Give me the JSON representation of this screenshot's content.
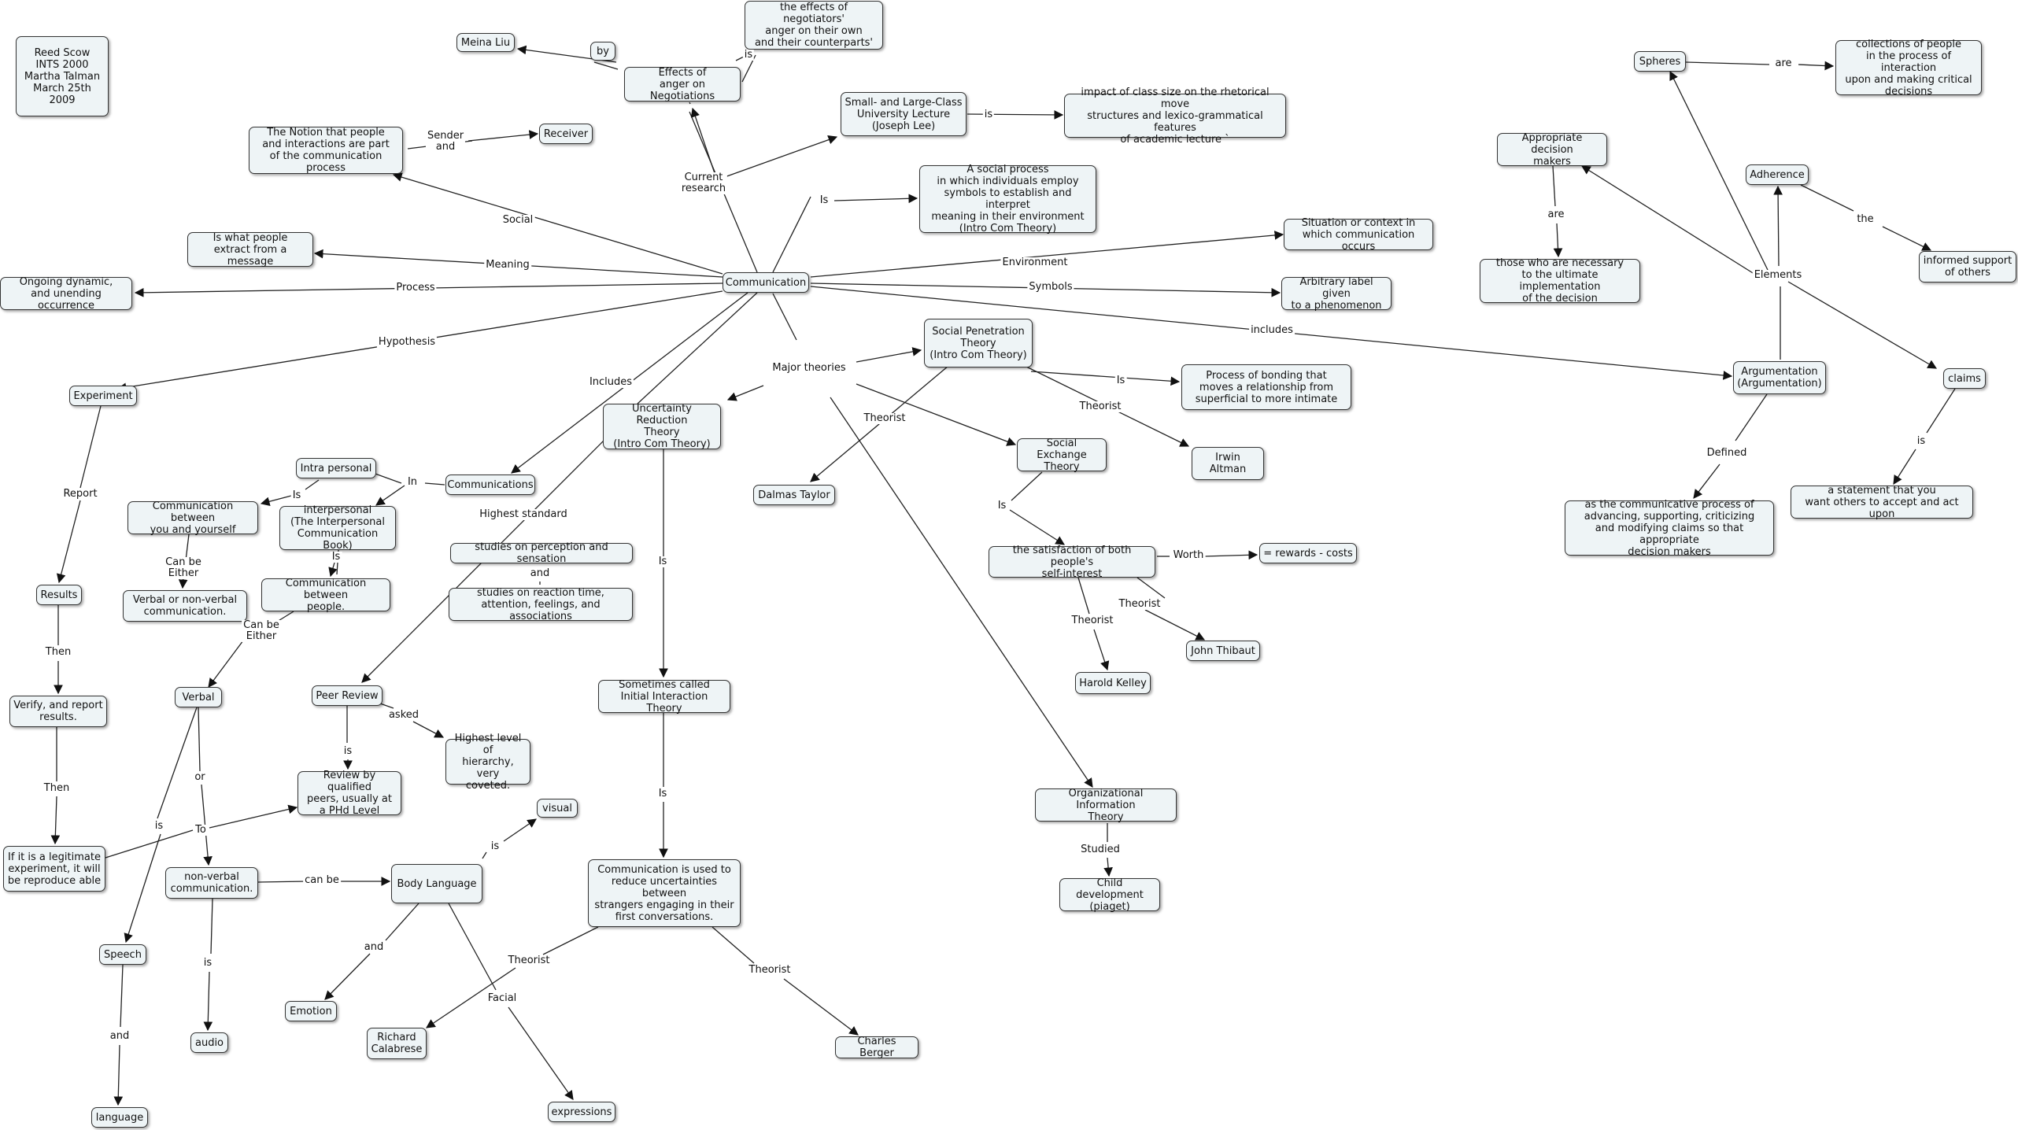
{
  "nodes": [
    {
      "id": "reed",
      "text": "Reed Scow\nINTS 2000\nMartha Talman\nMarch 25th 2009"
    },
    {
      "id": "meina",
      "text": "Meina Liu"
    },
    {
      "id": "by",
      "text": "by"
    },
    {
      "id": "effects",
      "text": "Effects of\nanger on Negotiations"
    },
    {
      "id": "negotiators",
      "text": "the effects of negotiators'\nanger on their own\nand their counterparts'"
    },
    {
      "id": "smalllarge",
      "text": "Small- and Large-Class\nUniversity Lecture\n(Joseph Lee)"
    },
    {
      "id": "impact",
      "text": "impact of class size on the rhetorical move\nstructures and lexico-grammatical features\nof academic lecture `"
    },
    {
      "id": "notion",
      "text": "The Notion that people\nand interactions are part\nof the communication process"
    },
    {
      "id": "receiver",
      "text": "Receiver"
    },
    {
      "id": "socialproc",
      "text": "A social process\nin which individuals employ\nsymbols to establish and interpret\nmeaning in their environment\n(Intro Com Theory)"
    },
    {
      "id": "whatpeople",
      "text": "Is what people\nextract from a message"
    },
    {
      "id": "communication",
      "text": "Communication"
    },
    {
      "id": "situation",
      "text": "Situation or context in\nwhich communication occurs"
    },
    {
      "id": "arbitrary",
      "text": "Arbitrary label given\nto a phenomenon"
    },
    {
      "id": "ongoing",
      "text": "Ongoing dynamic,\nand unending occurrence"
    },
    {
      "id": "experiment",
      "text": "Experiment"
    },
    {
      "id": "spt",
      "text": "Social Penetration\nTheory\n(Intro Com Theory)"
    },
    {
      "id": "bonding",
      "text": "Process of bonding that\nmoves a relationship from\nsuperficial to more intimate"
    },
    {
      "id": "urt",
      "text": "Uncertainty Reduction\nTheory\n(Intro Com Theory)"
    },
    {
      "id": "intra",
      "text": "Intra personal"
    },
    {
      "id": "communications",
      "text": "Communications"
    },
    {
      "id": "commbetween",
      "text": "Communication between\nyou and yourself"
    },
    {
      "id": "interpersonal",
      "text": "interpersonal\n(The Interpersonal\nCommunication Book)"
    },
    {
      "id": "dalmas",
      "text": "Dalmas Taylor"
    },
    {
      "id": "setheory",
      "text": "Social Exchange\nTheory"
    },
    {
      "id": "altman",
      "text": "Irwin Altman"
    },
    {
      "id": "perception",
      "text": "studies on perception and sensation"
    },
    {
      "id": "reaction",
      "text": "studies on reaction time,\nattention, feelings, and associations"
    },
    {
      "id": "results",
      "text": "Results"
    },
    {
      "id": "verbalornon",
      "text": "Verbal or non-verbal\ncommunication."
    },
    {
      "id": "commpeople",
      "text": "Communication between\npeople."
    },
    {
      "id": "satisfaction",
      "text": "the satisfaction of both people's\nself-interest"
    },
    {
      "id": "rewards",
      "text": "= rewards - costs"
    },
    {
      "id": "thibaut",
      "text": "John Thibaut"
    },
    {
      "id": "kelley",
      "text": "Harold Kelley"
    },
    {
      "id": "verify",
      "text": "Verify, and report\nresults."
    },
    {
      "id": "verbal",
      "text": "Verbal"
    },
    {
      "id": "peer",
      "text": "Peer Review"
    },
    {
      "id": "sometimes",
      "text": "Sometimes called\nInitial Interaction Theory"
    },
    {
      "id": "highestlevel",
      "text": "Highest level of\nhierarchy, very\ncoveted."
    },
    {
      "id": "reviewq",
      "text": "Review by qualified\npeers, usually at\na PHd Level"
    },
    {
      "id": "visual",
      "text": "visual"
    },
    {
      "id": "legit",
      "text": "If it is a legitimate\nexperiment, it will\nbe reproduce able"
    },
    {
      "id": "nonverbal",
      "text": "non-verbal\ncommunication."
    },
    {
      "id": "body",
      "text": "Body Language"
    },
    {
      "id": "commused",
      "text": "Communication is used to\nreduce uncertainties between\nstrangers engaging in their\nfirst conversations."
    },
    {
      "id": "oit",
      "text": "Organizational Information\nTheory"
    },
    {
      "id": "child",
      "text": "Child development\n(piaget)"
    },
    {
      "id": "speech",
      "text": "Speech"
    },
    {
      "id": "emotion",
      "text": "Emotion"
    },
    {
      "id": "audio",
      "text": "audio"
    },
    {
      "id": "calabrese",
      "text": "Richard\nCalabrese"
    },
    {
      "id": "berger",
      "text": "Charles Berger"
    },
    {
      "id": "language",
      "text": "language"
    },
    {
      "id": "expressions",
      "text": "expressions"
    },
    {
      "id": "spheres",
      "text": "Spheres"
    },
    {
      "id": "collections",
      "text": "collections of people\nin the process of interaction\nupon and making critical\ndecisions"
    },
    {
      "id": "appropriate",
      "text": "Appropriate decision\nmakers"
    },
    {
      "id": "adherence",
      "text": "Adherence"
    },
    {
      "id": "necessary",
      "text": "those who are necessary\nto the ultimate implementation\nof the decision"
    },
    {
      "id": "informed",
      "text": "informed support\nof others"
    },
    {
      "id": "argumentation",
      "text": "Argumentation\n(Argumentation)"
    },
    {
      "id": "claims",
      "text": "claims"
    },
    {
      "id": "communicative",
      "text": "as the communicative process of\nadvancing, supporting, criticizing\nand modifying claims so that appropriate\ndecision makers"
    },
    {
      "id": "statement",
      "text": "a statement that you\nwant others to accept and act upon"
    }
  ],
  "labels": [
    {
      "id": "by_is",
      "text": "is"
    },
    {
      "id": "current_research",
      "text": "Current\nresearch"
    },
    {
      "id": "is_small",
      "text": "is"
    },
    {
      "id": "sender_and",
      "text": "Sender\nand"
    },
    {
      "id": "is_socialproc",
      "text": "Is"
    },
    {
      "id": "social",
      "text": "Social"
    },
    {
      "id": "meaning",
      "text": "Meaning"
    },
    {
      "id": "process",
      "text": "Process"
    },
    {
      "id": "environment",
      "text": "Environment"
    },
    {
      "id": "symbols",
      "text": "Symbols"
    },
    {
      "id": "includes_arg",
      "text": "includes"
    },
    {
      "id": "hypothesis",
      "text": "Hypothesis"
    },
    {
      "id": "major_theories",
      "text": "Major theories"
    },
    {
      "id": "includes_comms",
      "text": "Includes"
    },
    {
      "id": "is_bonding",
      "text": "Is"
    },
    {
      "id": "theorist_dalmas",
      "text": "Theorist"
    },
    {
      "id": "theorist_altman",
      "text": "Theorist"
    },
    {
      "id": "in",
      "text": "In"
    },
    {
      "id": "is_intra",
      "text": "Is"
    },
    {
      "id": "report",
      "text": "Report"
    },
    {
      "id": "highest_standard",
      "text": "Highest standard"
    },
    {
      "id": "and_studies",
      "text": "and"
    },
    {
      "id": "is_interpersonal",
      "text": "Is"
    },
    {
      "id": "can_be_either1",
      "text": "Can be\nEither"
    },
    {
      "id": "is_se",
      "text": "Is"
    },
    {
      "id": "worth",
      "text": "Worth"
    },
    {
      "id": "is_urt",
      "text": "Is"
    },
    {
      "id": "theorist_thibaut",
      "text": "Theorist"
    },
    {
      "id": "theorist_kelley",
      "text": "Theorist"
    },
    {
      "id": "can_be_either2",
      "text": "Can be\nEither"
    },
    {
      "id": "then1",
      "text": "Then"
    },
    {
      "id": "asked",
      "text": "asked"
    },
    {
      "id": "is_peer",
      "text": "is"
    },
    {
      "id": "or",
      "text": "or"
    },
    {
      "id": "then2",
      "text": "Then"
    },
    {
      "id": "to",
      "text": "To"
    },
    {
      "id": "is_sometimes",
      "text": "Is"
    },
    {
      "id": "is_visual",
      "text": "is"
    },
    {
      "id": "is_speech",
      "text": "is"
    },
    {
      "id": "can_be",
      "text": "can be"
    },
    {
      "id": "studied",
      "text": "Studied"
    },
    {
      "id": "and_emotion",
      "text": "and"
    },
    {
      "id": "is_audio",
      "text": "is"
    },
    {
      "id": "theorist_calabrese",
      "text": "Theorist"
    },
    {
      "id": "theorist_berger",
      "text": "Theorist"
    },
    {
      "id": "facial",
      "text": "Facial"
    },
    {
      "id": "and_language",
      "text": "and"
    },
    {
      "id": "are_spheres",
      "text": "are"
    },
    {
      "id": "are_appropriate",
      "text": "are"
    },
    {
      "id": "the_adherence",
      "text": "the"
    },
    {
      "id": "elements",
      "text": "Elements"
    },
    {
      "id": "defined",
      "text": "Defined"
    },
    {
      "id": "is_claims",
      "text": "is"
    }
  ]
}
